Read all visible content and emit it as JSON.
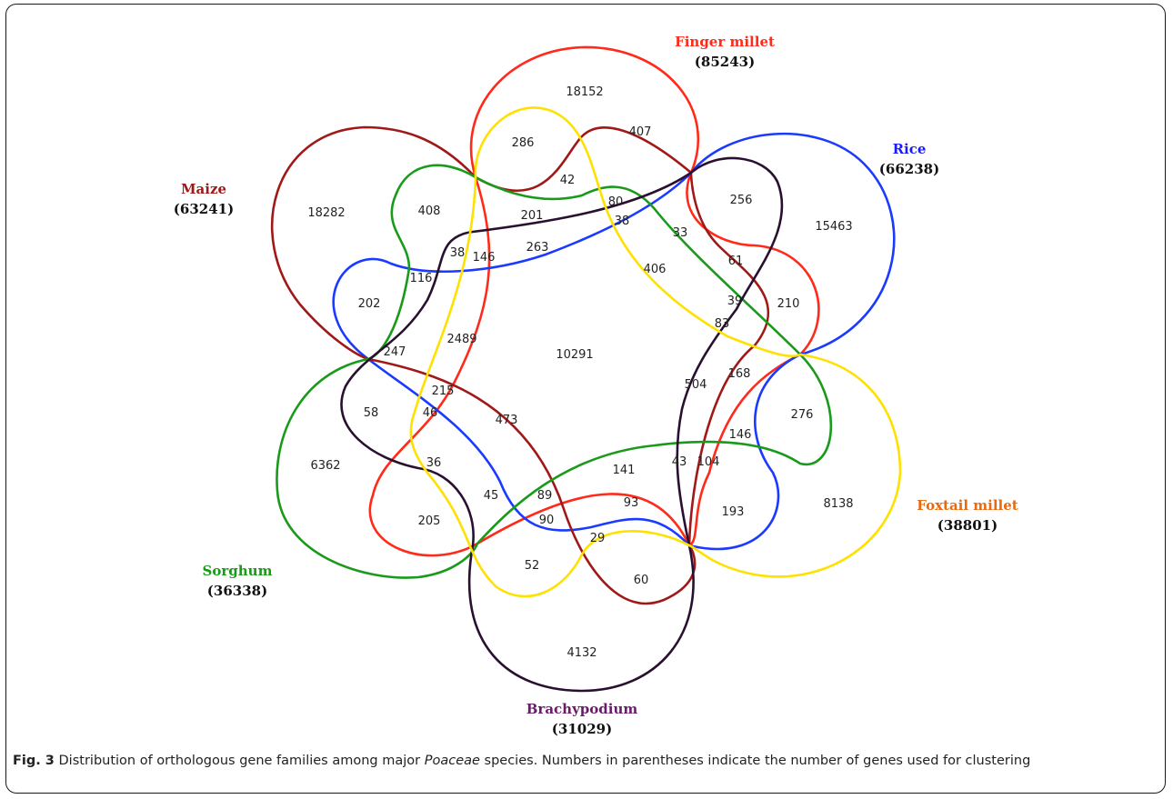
{
  "species": {
    "finger_millet": {
      "name": "Finger millet",
      "count": "(85243)",
      "color": "#ff2a1a"
    },
    "rice": {
      "name": "Rice",
      "count": "(66238)",
      "color": "#1a1aff"
    },
    "maize": {
      "name": "Maize",
      "count": "(63241)",
      "color": "#a01818"
    },
    "sorghum": {
      "name": "Sorghum",
      "count": "(36338)",
      "color": "#1a9a1a"
    },
    "brachypodium": {
      "name": "Brachypodium",
      "count": "(31029)",
      "color": "#6a1a6a"
    },
    "foxtail": {
      "name": "Foxtail millet",
      "count": "(38801)",
      "color": "#e86a10"
    }
  },
  "curve_colors": {
    "red": "#ff2a1a",
    "blue": "#1a3aff",
    "maroon": "#a01818",
    "green": "#1a9a1a",
    "black": "#2a1030",
    "yellow": "#ffe100"
  },
  "regions": [
    "18152",
    "286",
    "407",
    "42",
    "80",
    "38",
    "201",
    "408",
    "263",
    "146",
    "38",
    "18282",
    "116",
    "202",
    "33",
    "256",
    "15463",
    "61",
    "406",
    "39",
    "83",
    "210",
    "10291",
    "2489",
    "247",
    "215",
    "46",
    "58",
    "473",
    "504",
    "168",
    "276",
    "146",
    "43",
    "104",
    "141",
    "6362",
    "36",
    "45",
    "89",
    "90",
    "93",
    "193",
    "8138",
    "205",
    "29",
    "52",
    "60",
    "4132"
  ],
  "caption": {
    "label": "Fig. 3",
    "text_before": " Distribution of orthologous gene families among major ",
    "italic": "Poaceae",
    "text_after": " species. Numbers in parentheses indicate the number of genes used for clustering"
  }
}
